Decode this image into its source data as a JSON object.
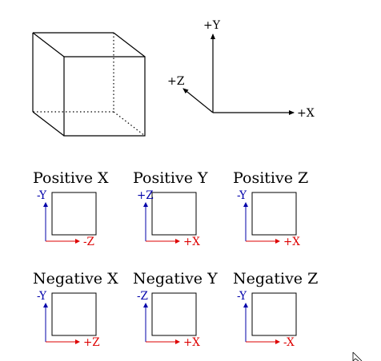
{
  "axes": {
    "y_label": "+Y",
    "z_label": "+Z",
    "x_label": "+X"
  },
  "faces": [
    {
      "title": "Positive X",
      "vertical_label": "-Y",
      "horizontal_label": "-Z"
    },
    {
      "title": "Positive Y",
      "vertical_label": "+Z",
      "horizontal_label": "+X"
    },
    {
      "title": "Positive Z",
      "vertical_label": "-Y",
      "horizontal_label": "+X"
    },
    {
      "title": "Negative X",
      "vertical_label": "-Y",
      "horizontal_label": "+Z"
    },
    {
      "title": "Negative Y",
      "vertical_label": "-Z",
      "horizontal_label": "+X"
    },
    {
      "title": "Negative Z",
      "vertical_label": "-Y",
      "horizontal_label": "-X"
    }
  ],
  "colors": {
    "vertical_axis": "#0000aa",
    "horizontal_axis": "#dd0000",
    "lines": "#000000"
  },
  "cursor_icon": "mouse-pointer-icon"
}
